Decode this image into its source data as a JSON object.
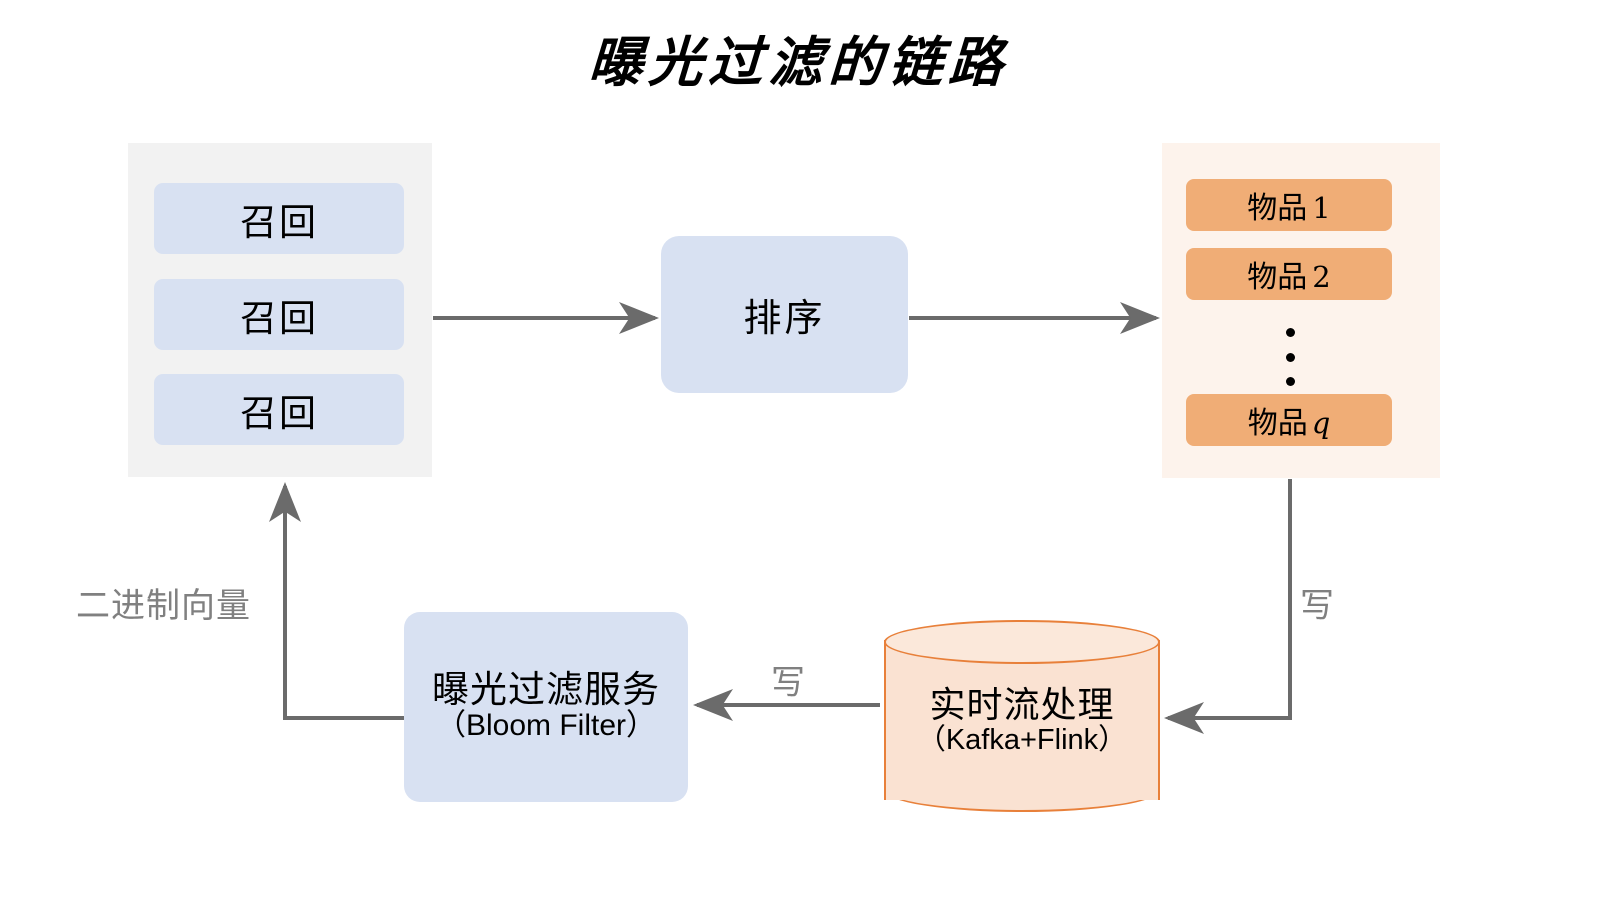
{
  "title": "曝光过滤的链路",
  "panels": {
    "recall": {
      "name": "召回面板",
      "bg": "#f2f2f2",
      "chips": [
        {
          "label": "召回"
        },
        {
          "label": "召回"
        },
        {
          "label": "召回"
        }
      ]
    },
    "items": {
      "name": "物品面板",
      "bg": "#fdf3ec",
      "chip_color": "#f0ad76",
      "chips": [
        {
          "label": "物品",
          "index": "1"
        },
        {
          "label": "物品",
          "index": "2"
        },
        {
          "label": "物品",
          "index": "q",
          "italic": true
        }
      ],
      "ellipsis": "⋮"
    }
  },
  "nodes": {
    "rank": {
      "label": "排序",
      "color": "#d8e1f2"
    },
    "bloom": {
      "line1": "曝光过滤服务",
      "line2": "（Bloom Filter）",
      "color": "#d8e1f2"
    },
    "stream": {
      "line1": "实时流处理",
      "line2": "（Kafka+Flink）",
      "fill": "#fae2d2",
      "stroke": "#e8803a"
    }
  },
  "edges": {
    "recall_to_rank": {
      "label": ""
    },
    "rank_to_items": {
      "label": ""
    },
    "items_to_stream": {
      "label": "写"
    },
    "stream_to_bloom": {
      "label": "写"
    },
    "bloom_to_recall": {
      "label": "二进制向量"
    }
  },
  "colors": {
    "blue": "#d8e1f2",
    "orange": "#f0ad76",
    "orange_stroke": "#e8803a",
    "gray_panel": "#f2f2f2",
    "peach_panel": "#fdf3ec",
    "arrow": "#6b6b6b",
    "label_gray": "#808080",
    "text": "#000000"
  }
}
